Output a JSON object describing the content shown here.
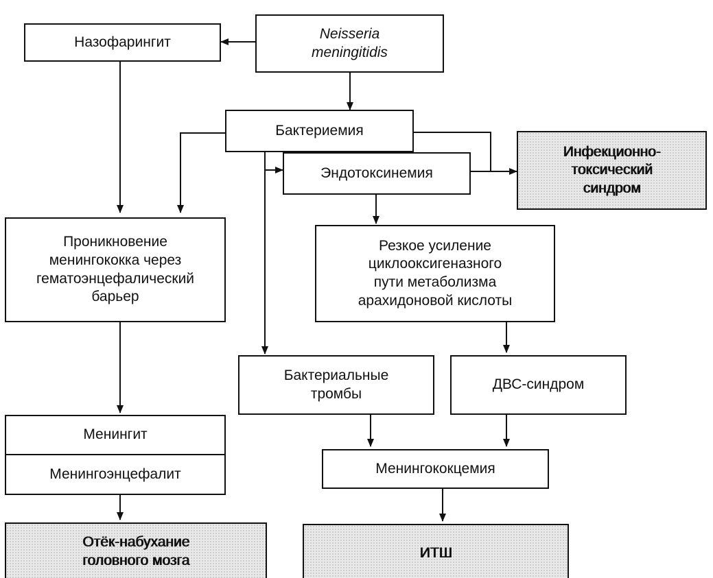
{
  "nodes": {
    "nasopharyngitis": "Назофарингит",
    "neisseria": "Neisseria\nmeningitidis",
    "bacteremia": "Бактериемия",
    "endotoxinemia": "Эндотоксинемия",
    "infectious_toxic": "Инфекционно-\nтоксический\nсиндром",
    "penetration": "Проникновение\nменингококка через\nгематоэнцефалический\nбарьер",
    "cyclooxygenase": "Резкое усиление\nциклооксигеназного\nпути метаболизма\nарахидоновой кислоты",
    "bacterial_thrombi": "Бактериальные\nтромбы",
    "dic": "ДВС-синдром",
    "meningitis": "Менингит",
    "meningoencephalitis": "Менингоэнцефалит",
    "meningococcemia": "Менингококцемия",
    "brain_edema": "Отёк-набухание\nголовного мозга",
    "itsh": "ИТШ"
  }
}
